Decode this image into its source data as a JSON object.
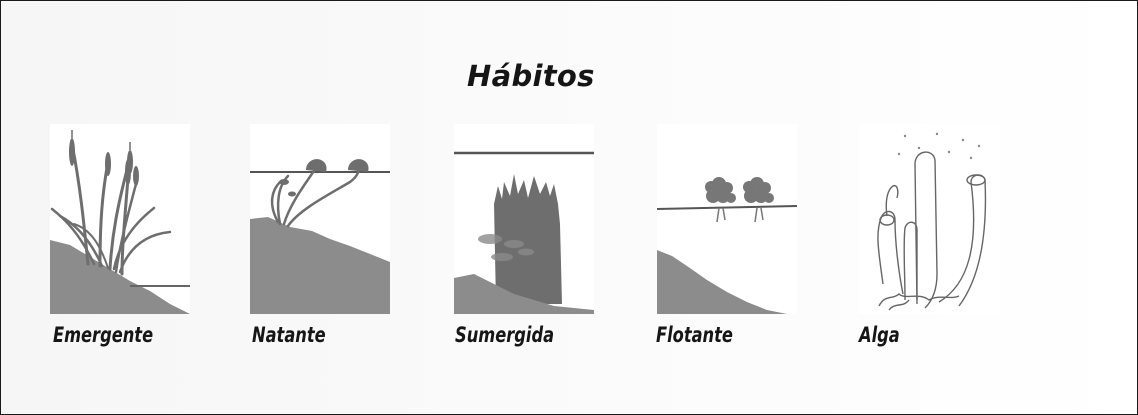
{
  "title": "Hábitos",
  "habits": [
    {
      "label": "Emergente",
      "icon": "emergent-plant-icon"
    },
    {
      "label": "Natante",
      "icon": "floating-leaved-plant-icon"
    },
    {
      "label": "Sumergida",
      "icon": "submerged-plant-icon"
    },
    {
      "label": "Flotante",
      "icon": "free-floating-plant-icon"
    },
    {
      "label": "Alga",
      "icon": "algae-icon"
    }
  ],
  "colors": {
    "soil": "#8c8c8c",
    "line": "#555555",
    "plant": "#6e6e6e",
    "background": "#f7f7f7"
  }
}
